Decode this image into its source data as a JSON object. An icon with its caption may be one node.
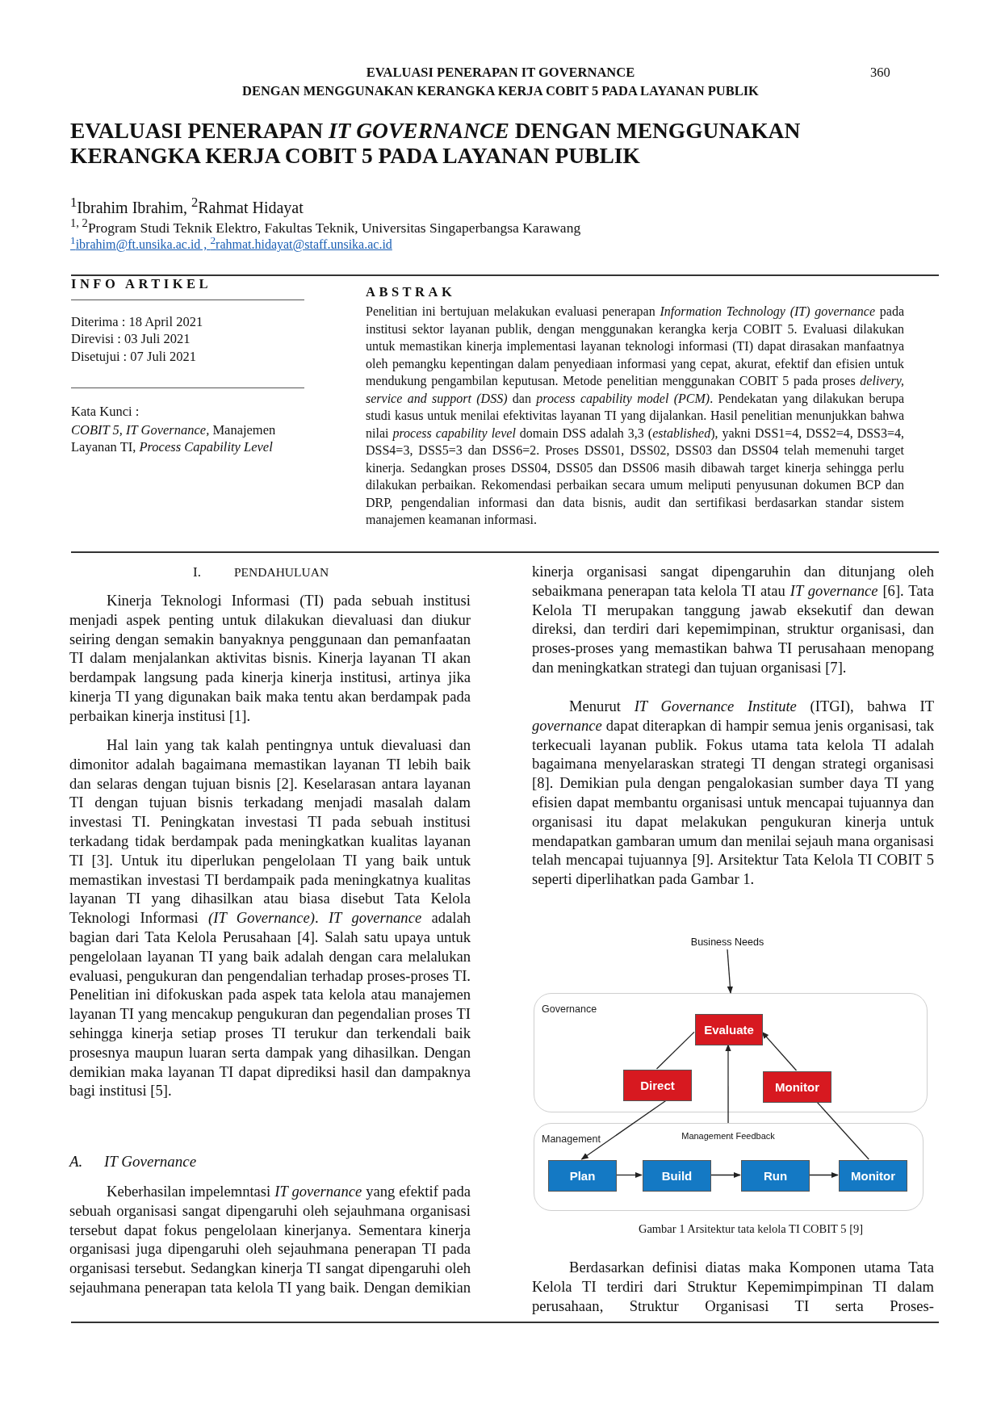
{
  "diagram": {
    "title": "EVALUASI PENERAPAN *IT GOVERNANCE* DENGAN MENGGUNAKAN KERANGKA KERJA COBIT 5 PADA LAYANAN PUBLIK",
    "caption": "Gambar 1 Arsitektur tata kelola TI COBIT 5 [9]",
    "nodes": [
      {
        "text": [
          "Business Needs"
        ]
      },
      {
        "text": [
          "Governance"
        ]
      },
      {
        "text": [
          "Evaluate"
        ],
        "in": 1
      },
      {
        "text": [
          "Direct"
        ],
        "in": 1
      },
      {
        "text": [
          "Monitor"
        ],
        "in": 1
      },
      {
        "text": [
          "Management"
        ]
      },
      {
        "text": [
          "Plan"
        ],
        "in": 5
      },
      {
        "text": [
          "Build"
        ],
        "in": 5
      },
      {
        "text": [
          "Run"
        ],
        "in": 5
      },
      {
        "text": [
          "Monitor"
        ],
        "in": 5
      }
    ],
    "edges": [
      {
        "from": 0,
        "to": 1,
        "arrow": "to"
      },
      {
        "from": 2,
        "to": 3,
        "arrow": "none"
      },
      {
        "from": 3,
        "to": 6,
        "arrow": "to"
      },
      {
        "from": 4,
        "to": 2,
        "arrow": "to"
      },
      {
        "from": 9,
        "to": 4,
        "arrow": "none"
      },
      {
        "from": 6,
        "to": 7,
        "arrow": "to"
      },
      {
        "from": 7,
        "to": 8,
        "arrow": "to"
      },
      {
        "from": 8,
        "to": 9,
        "arrow": "to"
      },
      {
        "from": 5,
        "to": 2,
        "arrow": "to",
        "label": "Management Feedback"
      }
    ],
    "labels": [
      "EVALUASI PENERAPAN IT GOVERNANCE",
      "DENGAN MENGGUNAKAN KERANGKA KERJA COBIT 5 PADA LAYANAN PUBLIK",
      "360",
      "$^{1}$Ibrahim Ibrahim, $^{2}$Rahmat Hidayat",
      "$^{1, 2}$Program Studi Teknik Elektro, Fakultas Teknik, Universitas Singaperbangsa Karawang",
      "$^{1}$ibrahim@ft.unsika.ac.id , $^{2}$rahmat.hidayat@staff.unsika.ac.id",
      "INFO ARTIKEL",
      "Diterima : 18 April 2021",
      "Direvisi : 03 Juli 2021",
      "Disetujui : 07 Juli 2021",
      "Kata Kunci :",
      "*COBIT 5, IT Governance,* Manajemen Layanan TI, *Process Capability Level*",
      "ABSTRAK",
      "Penelitian ini bertujuan melakukan evaluasi penerapan *Information Technology (IT) governance* pada institusi sektor layanan publik, dengan menggunakan kerangka kerja COBIT 5. Evaluasi dilakukan untuk memastikan kinerja implementasi layanan teknologi informasi (TI) dapat dirasakan manfaatnya oleh pemangku kepentingan dalam penyediaan informasi yang cepat, akurat, efektif dan efisien untuk mendukung pengambilan keputusan. Metode penelitian menggunakan COBIT 5 pada proses *delivery, service and support (DSS)* dan *process capability model (PCM)*. Pendekatan yang dilakukan berupa studi kasus untuk menilai efektivitas layanan TI yang dijalankan. Hasil penelitian menunjukkan bahwa nilai *process capability level* domain DSS adalah 3,3 (*established*), yakni DSS1=4, DSS2=4, DSS3=4, DSS4=3, DSS5=3 dan DSS6=2. Proses DSS01, DSS02, DSS03 dan DSS04 telah memenuhi target kinerja. Sedangkan proses DSS04, DSS05 dan DSS06 masih dibawah target kinerja sehingga perlu dilakukan perbaikan. Rekomendasi perbaikan secara umum meliputi penyusunan dokumen BCP dan DRP, pengendalian informasi dan data bisnis, audit dan sertifikasi berdasarkan standar sistem manajemen keamanan informasi.",
      "I.",
      "PENDAHULUAN",
      "Kinerja Teknologi Informasi (TI) pada sebuah institusi menjadi aspek penting untuk dilakukan dievaluasi dan diukur seiring dengan semakin banyaknya penggunaan dan pemanfaatan TI dalam menjalankan aktivitas bisnis. Kinerja layanan TI akan berdampak langsung pada kinerja kinerja institusi, artinya jika kinerja TI yang digunakan baik maka tentu akan berdampak pada perbaikan kinerja institusi [1].",
      "Hal lain yang tak kalah pentingnya untuk dievaluasi dan dimonitor adalah bagaimana memastikan layanan TI lebih baik dan selaras dengan tujuan bisnis [2]. Keselarasan antara layanan TI dengan tujuan bisnis terkadang menjadi masalah dalam investasi TI. Peningkatan investasi TI pada sebuah institusi terkadang tidak berdampak pada meningkatkan kualitas layanan TI [3]. Untuk itu diperlukan pengelolaan TI yang baik untuk memastikan investasi TI berdampaik pada meningkatnya kualitas layanan TI yang dihasilkan atau biasa disebut Tata Kelola Teknologi Informasi *(IT Governance)*. *IT governance* adalah bagian dari Tata Kelola Perusahaan [4]. Salah satu upaya untuk pengelolaan layanan TI yang baik adalah dengan cara melalukan evaluasi, pengukuran dan pengendalian terhadap proses-proses TI. Penelitian ini difokuskan pada aspek tata kelola atau manajemen layanan TI yang mencakup pengukuran dan pegendalian proses TI sehingga kinerja setiap proses TI terukur dan terkendali baik prosesnya maupun luaran serta dampak yang dihasilkan. Dengan demikian maka layanan TI dapat diprediksi hasil dan dampaknya bagi institusi [5].",
      "A.",
      "IT Governance",
      "Keberhasilan impelemntasi *IT governance* yang efektif pada sebuah organisasi sangat dipengaruhi oleh sejauhmana organisasi tersebut dapat fokus pengelolaan kinerjanya. Sementara kinerja organisasi juga dipengaruhi oleh sejauhmana penerapan TI pada organisasi tersebut. Sedangkan kinerja TI sangat dipengaruhi oleh sejauhmana penerapan tata kelola TI yang baik. Dengan demikian",
      "kinerja organisasi sangat dipengaruhin dan ditunjang oleh sebaikmana penerapan tata kelola TI atau *IT governance* [6]. Tata Kelola TI merupakan tanggung jawab eksekutif dan dewan direksi, dan terdiri dari kepemimpinan, struktur organisasi, dan proses-proses yang memastikan bahwa TI perusahaan menopang dan meningkatkan strategi dan tujuan organisasi [7].",
      "Menurut *IT Governance Institute* (ITGI), bahwa IT *governance* dapat diterapkan di hampir semua jenis organisasi, tak terkecuali layanan publik. Fokus utama tata kelola TI adalah bagaimana menyelaraskan strategi TI dengan strategi organisasi [8]. Demikian pula dengan pengalokasian sumber daya TI yang efisien dapat membantu organisasi untuk mencapai tujuannya dan organisasi itu dapat melakukan pengukuran kinerja untuk mendapatkan gambaran umum dan menilai sejauh mana organisasi telah mencapai tujuannya [9]. Arsitektur Tata Kelola TI COBIT 5 seperti diperlihatkan pada Gambar 1.",
      "Berdasarkan definisi diatas maka Komponen utama Tata Kelola TI terdiri dari Struktur Kepemimpimpinan TI dalam perusahaan, Struktur Organisasi TI serta Proses-"
    ]
  }
}
